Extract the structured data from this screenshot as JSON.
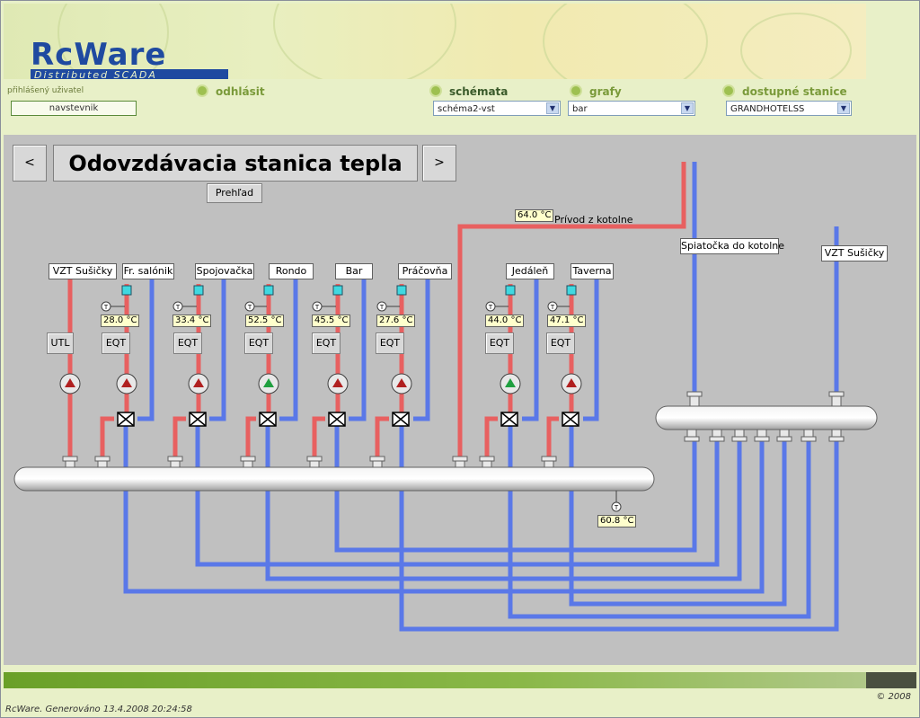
{
  "header": {
    "logo_text": "RcWare",
    "logo_subtitle": "Distributed SCADA",
    "user_label": "přihlášený uživatel",
    "username": "navstevnik",
    "logout": "odhlásit",
    "schemes_label": "schémata",
    "scheme_selected": "schéma2-vst",
    "graphs_label": "grafy",
    "graph_selected": "bar",
    "stations_label": "dostupné stanice",
    "station_selected": "GRANDHOTELSS"
  },
  "scheme": {
    "prev": "<",
    "next": ">",
    "title": "Odovzdávacia stanica tepla",
    "overview": "Prehľad",
    "supply_label": "Prívod z kotolne",
    "supply_temp": "64.0 °C",
    "return_label": "Spiatočka do kotolne",
    "vzt_right": "VZT Sušičky",
    "header_temp": "60.8 °C",
    "circuits": [
      {
        "name": "VZT Sušičky",
        "temp": "",
        "button": "UTL"
      },
      {
        "name": "Fr. salónik",
        "temp": "28.0 °C",
        "button": "EQT"
      },
      {
        "name": "Spojovačka",
        "temp": "33.4 °C",
        "button": "EQT"
      },
      {
        "name": "Rondo",
        "temp": "52.5 °C",
        "button": "EQT"
      },
      {
        "name": "Bar",
        "temp": "45.5 °C",
        "button": "EQT"
      },
      {
        "name": "Práčovňa",
        "temp": "27.6 °C",
        "button": "EQT"
      },
      {
        "name": "Jedáleň",
        "temp": "44.0 °C",
        "button": "EQT"
      },
      {
        "name": "Taverna",
        "temp": "47.1 °C",
        "button": "EQT"
      }
    ]
  },
  "footer": {
    "generated": "RcWare. Generováno 13.4.2008 20:24:58",
    "copyright": "© 2008"
  },
  "colors": {
    "supply_pipe": "#e86060",
    "return_pipe": "#5a78e8",
    "background": "#c0c0c0",
    "accent_green": "#7a9a3a"
  }
}
